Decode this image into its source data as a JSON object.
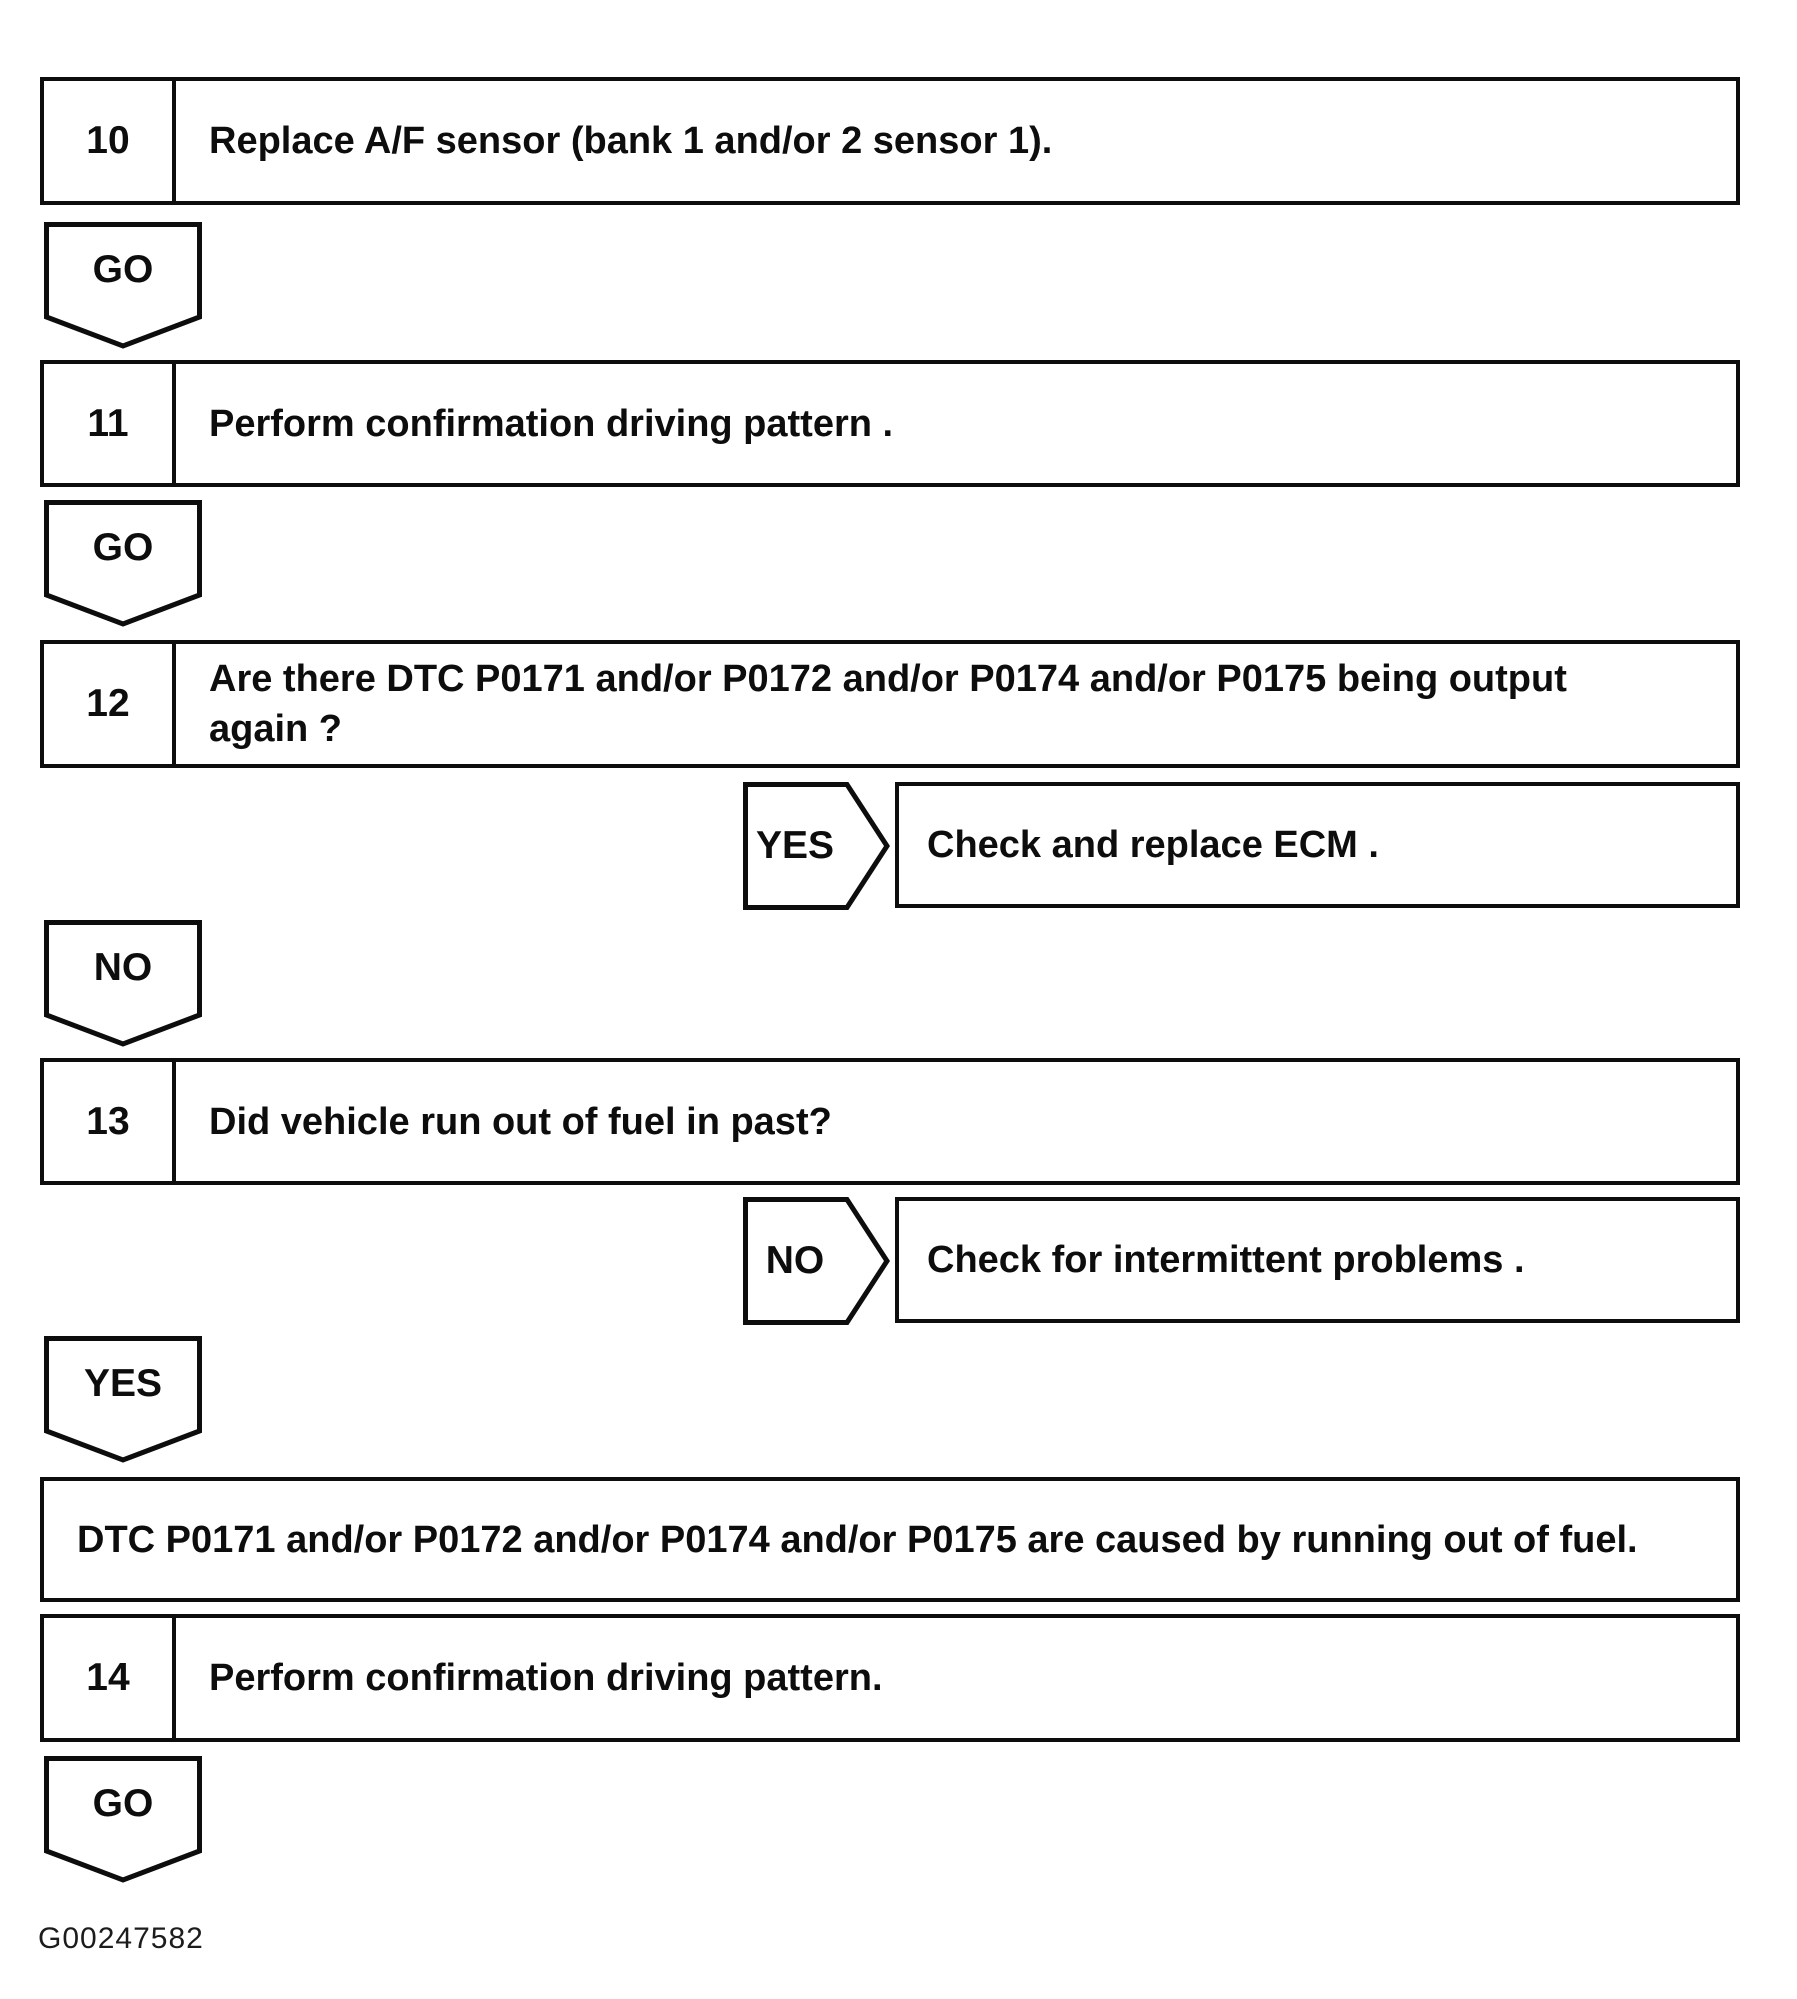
{
  "colors": {
    "ink": "#0d0d0d",
    "background": "#ffffff"
  },
  "icons": {
    "down_connector": "pentagon-arrow-down",
    "right_connector": "pentagon-arrow-right"
  },
  "steps": {
    "step10": {
      "number": "10",
      "text": "Replace A/F sensor (bank 1 and/or 2 sensor 1)."
    },
    "step11": {
      "number": "11",
      "text": "Perform confirmation driving pattern ."
    },
    "step12": {
      "number": "12",
      "lines": [
        "Are there DTC P0171 and/or P0172 and/or P0174 and/or P0175 being output",
        "again ?"
      ]
    },
    "step13": {
      "number": "13",
      "text": "Did vehicle run out of fuel in past?"
    },
    "step14": {
      "number": "14",
      "text": "Perform confirmation driving pattern."
    }
  },
  "actions": {
    "check_ecm": {
      "text": "Check and replace ECM ."
    },
    "intermittent": {
      "text": "Check for intermittent problems ."
    }
  },
  "result": {
    "text": "DTC P0171 and/or P0172 and/or P0174 and/or P0175 are caused by running out of fuel."
  },
  "connectors": {
    "after10": "GO",
    "after11": "GO",
    "step12_yes": "YES",
    "step12_no": "NO",
    "step13_no": "NO",
    "step13_yes": "YES",
    "after14": "GO"
  },
  "figure_code": "G00247582"
}
